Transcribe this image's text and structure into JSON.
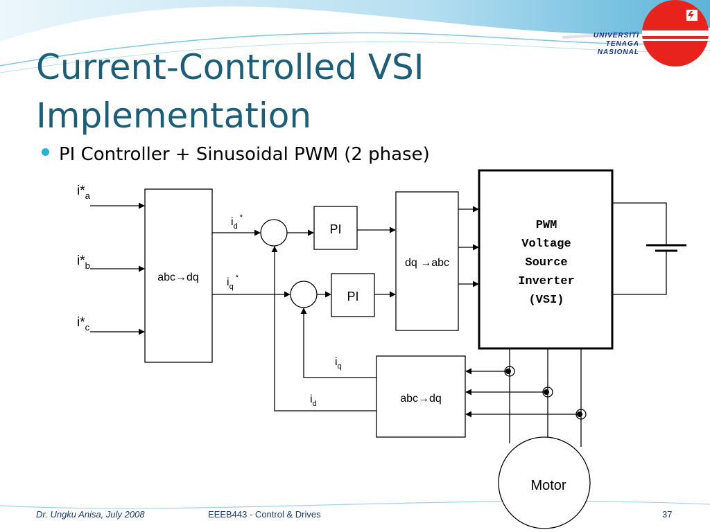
{
  "slide": {
    "title_line1": "Current-Controlled VSI",
    "title_line2": "Implementation",
    "bullet": "PI Controller + Sinusoidal PWM (2 phase)"
  },
  "logo": {
    "line1": "UNIVERSITI",
    "line2": "TENAGA",
    "line3": "NASIONAL",
    "color_red": "#e8231e",
    "color_blue": "#1a2f8f"
  },
  "diagram": {
    "inputs": {
      "ia_main": "i*",
      "ia_sub": "a",
      "ib_main": "i*",
      "ib_sub": "b",
      "ic_main": "i*",
      "ic_sub": "c"
    },
    "block_abc_dq_top": "abc→dq",
    "block_abc_dq_bottom": "abc→dq",
    "block_dq_abc": "dq →abc",
    "pi_d": "PI",
    "pi_q": "PI",
    "ref_d": {
      "main": "i",
      "sub": "d",
      "sup": "*"
    },
    "ref_q": {
      "main": "i",
      "sub": "q",
      "sup": "*"
    },
    "fb_q": {
      "main": "i",
      "sub": "q"
    },
    "fb_d": {
      "main": "i",
      "sub": "d"
    },
    "vsi": [
      "PWM",
      "Voltage",
      "Source",
      "Inverter",
      "(VSI)"
    ],
    "motor": "Motor"
  },
  "footer": {
    "author": "Dr. Ungku Anisa, July 2008",
    "course": "EEEB443 - Control & Drives",
    "page": "37"
  },
  "colors": {
    "title": "#1b5e7a",
    "bullet_dot": "#22b5cf",
    "wave_light": "#cfeaf5",
    "wave_mid": "#7fc6e3"
  }
}
